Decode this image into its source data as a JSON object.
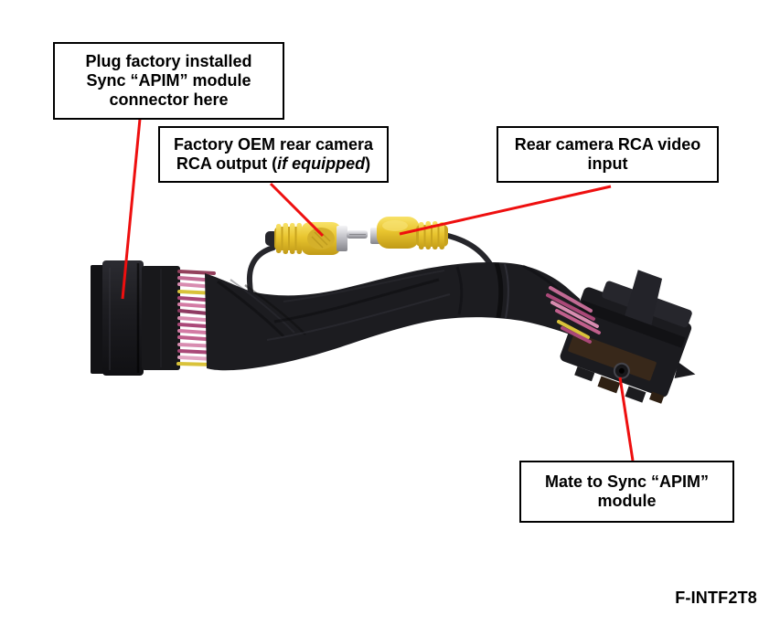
{
  "callouts": {
    "apim_plug": "Plug factory installed\nSync “APIM” module\nconnector here",
    "oem_output": {
      "prefix": "Factory OEM rear camera\nRCA output (",
      "italic": "if equipped",
      "suffix": ")"
    },
    "rca_input": "Rear camera RCA video\ninput",
    "apim_mate": "Mate to Sync “APIM”\nmodule"
  },
  "part_number": "F-INTF2T8",
  "diagram": {
    "parts": [
      "factory-apim-connector-plug",
      "wire-harness-wrap",
      "male-rca-plug",
      "female-rca-jack",
      "apim-mate-connector"
    ]
  },
  "colors": {
    "background": "#ffffff",
    "callout_border": "#000000",
    "callout_text": "#000000",
    "leader_line": "#ee0f0f",
    "harness_black": "#1c1c20",
    "connector_black": "#1b1b1f",
    "rca_yellow": "#ecc937",
    "rca_yellow_dark": "#c9a41f",
    "metal_silver": "#c7c7cc",
    "wire_pink": "#d37ba4",
    "wire_magenta": "#a84878",
    "wire_yellow": "#d9c23a"
  }
}
